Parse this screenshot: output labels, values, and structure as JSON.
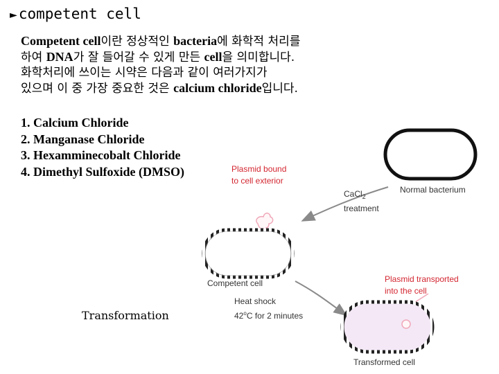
{
  "title": {
    "arrow": "►",
    "text": "competent cell"
  },
  "description": {
    "line1_bold": "Competent cell",
    "line1_rest": "이란 정상적인 ",
    "line1_bold2": "bacteria",
    "line1_tail": "에 화학적 처리를",
    "line2_pre": "하여 ",
    "line2_bold": "DNA",
    "line2_mid": "가 잘 들어갈 수 있게 만든 ",
    "line2_bold2": "cell",
    "line2_tail": "을 의미합니다.",
    "line3": "화학처리에 쓰이는 시약은 다음과 같이 여러가지가",
    "line4_pre": "있으며 이 중 가장 중요한 것은 ",
    "line4_bold": "calcium chloride",
    "line4_tail": "입니다."
  },
  "reagents": [
    "1. Calcium Chloride",
    "2. Manganase Chloride",
    "3. Hexamminecobalt Chloride",
    "4. Dimethyl Sulfoxide (DMSO)"
  ],
  "caption": "Transformation",
  "figure": {
    "normal_bacterium": "Normal bacterium",
    "treatment_cacl": "CaCl",
    "treatment_sub": "2",
    "treatment_word": "treatment",
    "plasmid_bound_1": "Plasmid bound",
    "plasmid_bound_2": "to cell exterior",
    "competent_cell": "Competent cell",
    "heat_shock_1": "Heat shock",
    "heat_shock_temp": "42",
    "heat_shock_deg": "o",
    "heat_shock_rest": "C for 2 minutes",
    "plasmid_transported_1": "Plasmid transported",
    "plasmid_transported_2": "into the cell",
    "transformed_cell": "Transformed cell",
    "colors": {
      "red_label": "#d32630",
      "gray_label": "#333333",
      "transformed_fill": "#f4e8f6",
      "plasmid": "#f0a7b8"
    }
  }
}
